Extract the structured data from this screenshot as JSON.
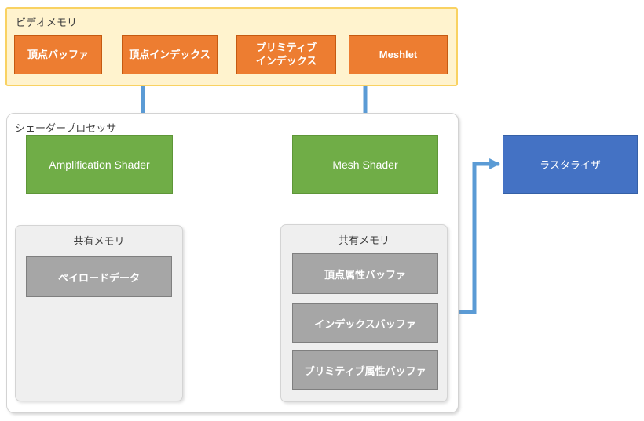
{
  "colors": {
    "orange_fill": "#ED7D31",
    "orange_border": "#C55A11",
    "green_fill": "#70AD47",
    "green_border": "#5E9638",
    "blue_fill": "#4472C4",
    "blue_border": "#3560A6",
    "arrow": "#5B9BD5",
    "yellow_fill": "#FFF3CE",
    "yellow_border": "#F9D262",
    "gray_fill": "#A6A6A6",
    "gray_border": "#7F7F7F",
    "panel_fill": "#EFEFEF",
    "panel_border": "#D4D4D4",
    "container_border": "#D3D3D3",
    "label_text": "#3F3F3F"
  },
  "video_memory": {
    "label": "ビデオメモリ",
    "buffers": [
      {
        "label": "頂点バッファ"
      },
      {
        "label": "頂点インデックス"
      },
      {
        "label": "プリミティブ\nインデックス"
      },
      {
        "label": "Meshlet"
      }
    ]
  },
  "shader_processor": {
    "label": "シェーダープロセッサ",
    "amplification_shader": "Amplification Shader",
    "mesh_shader": "Mesh Shader",
    "shared_memory_left": {
      "label": "共有メモリ",
      "items": [
        "ペイロードデータ"
      ]
    },
    "shared_memory_right": {
      "label": "共有メモリ",
      "items": [
        "頂点属性バッファ",
        "インデックスバッファ",
        "プリミティブ属性バッファ"
      ]
    }
  },
  "rasterizer": {
    "label": "ラスタライザ"
  }
}
